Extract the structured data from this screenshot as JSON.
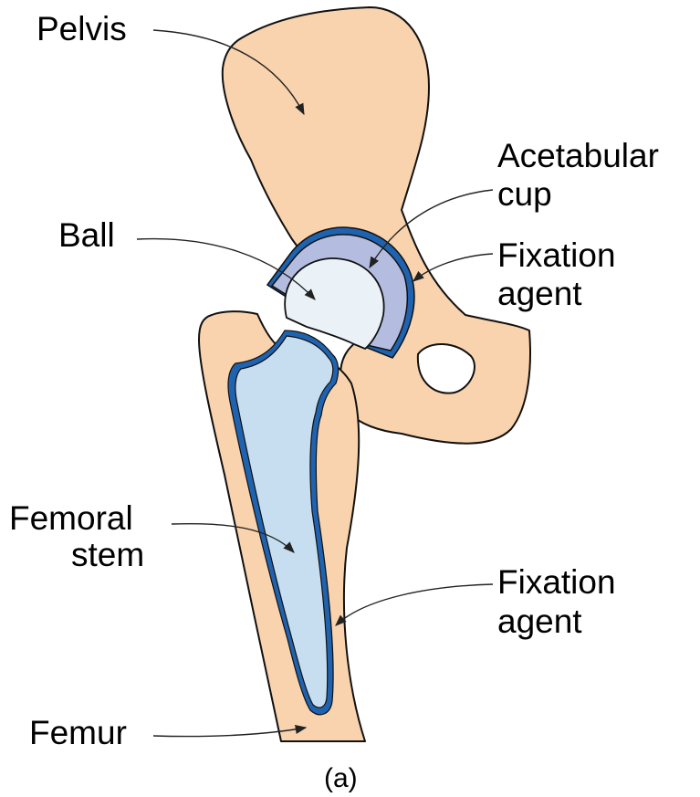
{
  "colors": {
    "bone": "#f9d3ad",
    "cup": "#b4bde0",
    "ball": "#eaf2f8",
    "stem": "#c7def0",
    "fixation": "#1f63b0",
    "outline": "#111111"
  },
  "labels": {
    "pelvis": "Pelvis",
    "acetabular_cup_line1": "Acetabular",
    "acetabular_cup_line2": "cup",
    "ball": "Ball",
    "fixation_agent_top_line1": "Fixation",
    "fixation_agent_top_line2": "agent",
    "femoral_stem_line1": "Femoral",
    "femoral_stem_line2": "stem",
    "fixation_agent_bottom_line1": "Fixation",
    "fixation_agent_bottom_line2": "agent",
    "femur": "Femur"
  },
  "caption": "(a)"
}
